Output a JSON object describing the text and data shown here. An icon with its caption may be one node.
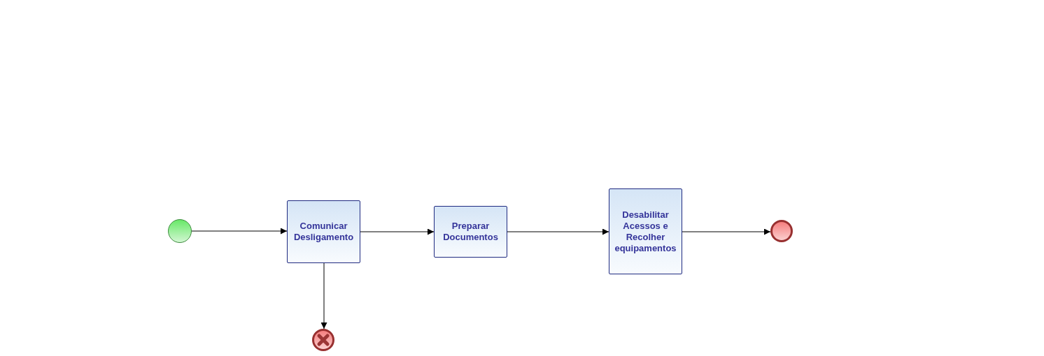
{
  "diagram": {
    "nodes": [
      {
        "text": [],
        "shape": "circle"
      },
      {
        "text": [
          "Comunicar Desligamento"
        ]
      },
      {
        "text": [
          "Preparar Documentos"
        ]
      },
      {
        "text": [
          "Desabilitar Acessos e Recolher equipamentos"
        ]
      },
      {
        "text": [],
        "shape": "circle"
      },
      {
        "text": [],
        "shape": "circle"
      }
    ],
    "edges": [
      {
        "from": 0,
        "to": 1,
        "arrow": "to"
      },
      {
        "from": 1,
        "to": 2,
        "arrow": "to"
      },
      {
        "from": 2,
        "to": 3,
        "arrow": "to"
      },
      {
        "from": 3,
        "to": 4,
        "arrow": "to"
      },
      {
        "from": 1,
        "to": 5,
        "arrow": "to"
      }
    ]
  }
}
